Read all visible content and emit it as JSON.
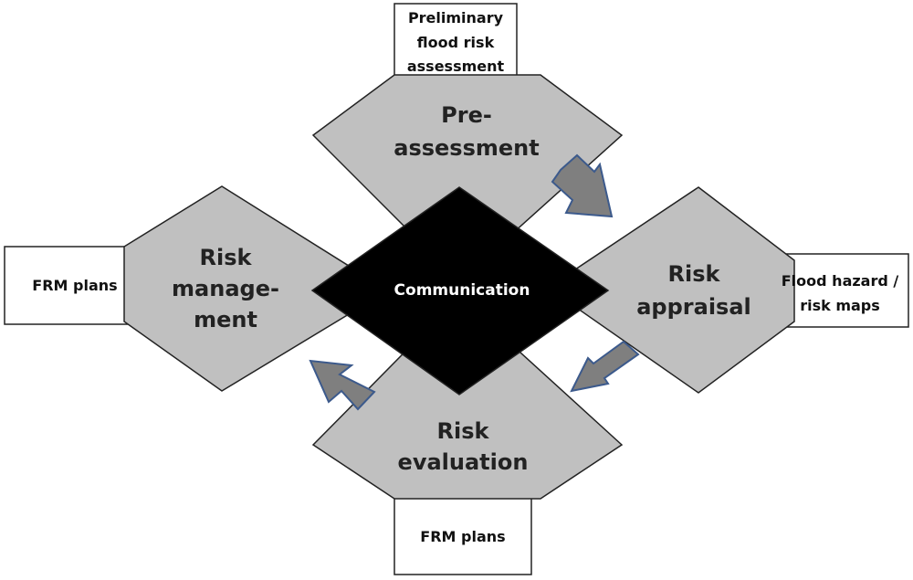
{
  "colors": {
    "phase_fill": "#c0c0c0",
    "center_fill": "#000000",
    "arrow_fill": "#7f7f7f",
    "arrow_outline": "#3c5a8c"
  },
  "center": {
    "label": "Communication"
  },
  "phases": {
    "pre_assessment": {
      "line1": "Pre-",
      "line2": "assessment"
    },
    "risk_appraisal": {
      "line1": "Risk",
      "line2": "appraisal"
    },
    "risk_evaluation": {
      "line1": "Risk",
      "line2": "evaluation"
    },
    "risk_management": {
      "line1": "Risk",
      "line2": "manage-",
      "line3": "ment"
    }
  },
  "outputs": {
    "top": {
      "line1": "Preliminary",
      "line2": "flood risk",
      "line3": "assessment"
    },
    "right": {
      "line1": "Flood hazard /",
      "line2": "risk maps"
    },
    "bottom": {
      "line1": "FRM plans"
    },
    "left": {
      "line1": "FRM plans"
    }
  }
}
